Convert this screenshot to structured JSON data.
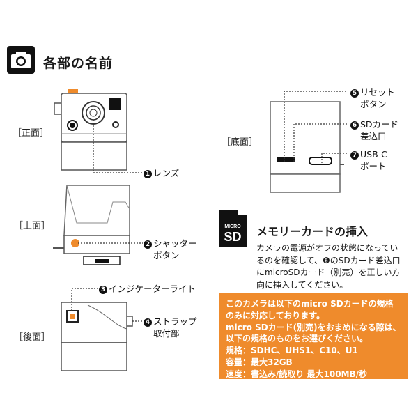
{
  "header": {
    "title": "各部の名前"
  },
  "views": {
    "front": "［正面］",
    "top": "［上面］",
    "back": "［後面］",
    "bottom": "［底面］"
  },
  "callouts": {
    "lens": {
      "num": "1",
      "text": "レンズ"
    },
    "shutter": {
      "num": "2",
      "line1": "シャッター",
      "line2": "ボタン"
    },
    "indicator": {
      "num": "3",
      "text": "インジケーターライト"
    },
    "strap": {
      "num": "4",
      "line1": "ストラップ",
      "line2": "取付部"
    },
    "reset": {
      "num": "5",
      "line1": "リセット",
      "line2": "ボタン"
    },
    "sdslot": {
      "num": "6",
      "line1": "SDカード",
      "line2": "差込口"
    },
    "usbc": {
      "num": "7",
      "line1": "USB-C",
      "line2": "ポート"
    }
  },
  "sd_section": {
    "icon_line1": "MICRO",
    "icon_line2": "SD",
    "title": "メモリーカードの挿入",
    "body_lines": [
      "カメラの電源がオフの状態になってい",
      "るのを確認して、❻のSDカード差込口",
      "にmicroSDカード（別売）を正しい方",
      "向に挿入してください。"
    ]
  },
  "notice": {
    "lines": [
      "このカメラは以下のmicro SDカードの規格",
      "のみに対応しております。",
      "micro SDカード(別売)をおまめになる際は、",
      "以下の規格のものをお選びください。",
      "規格：SDHC、UHS1、C10、U1",
      "容量：最大32GB",
      "速度：書込み/読取り 最大100MB/秒"
    ]
  },
  "colors": {
    "accent": "#ef8b2c",
    "ink": "#1a1a1a",
    "sd_icon_bg": "#111111"
  }
}
